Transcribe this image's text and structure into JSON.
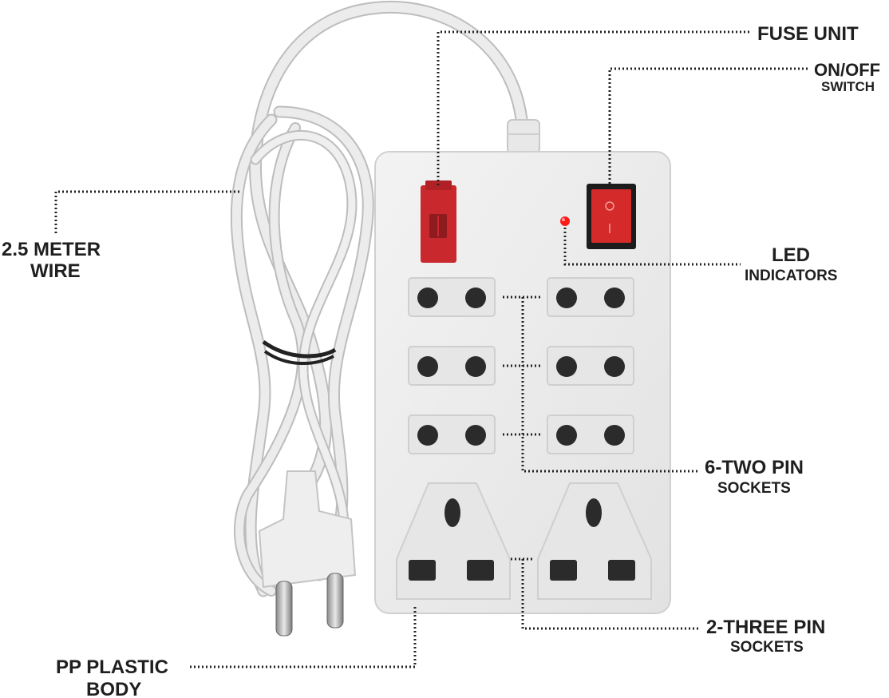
{
  "labels": {
    "fuse_unit": "FUSE UNIT",
    "on_off": "ON/OFF",
    "switch": "SWITCH",
    "wire_line1": "2.5 METER",
    "wire_line2": "WIRE",
    "led_line1": "LED",
    "led_line2": "INDICATORS",
    "two_pin_line1": "6-TWO PIN",
    "two_pin_line2": "SOCKETS",
    "three_pin_line1": "2-THREE PIN",
    "three_pin_line2": "SOCKETS",
    "body_line1": "PP PLASTIC",
    "body_line2": "BODY"
  },
  "colors": {
    "body": "#ececec",
    "body_edge": "#d2d2d2",
    "cable": "#e6e6e6",
    "cable_edge": "#c2c2c2",
    "fuse_red": "#c9282d",
    "switch_red": "#d42a2a",
    "led_red": "#ff1a1a",
    "socket_hole": "#2b2b2b",
    "leader_line": "#222222",
    "label_text": "#1f1f1f"
  },
  "counts": {
    "two_pin_sockets": 6,
    "three_pin_sockets": 2
  }
}
